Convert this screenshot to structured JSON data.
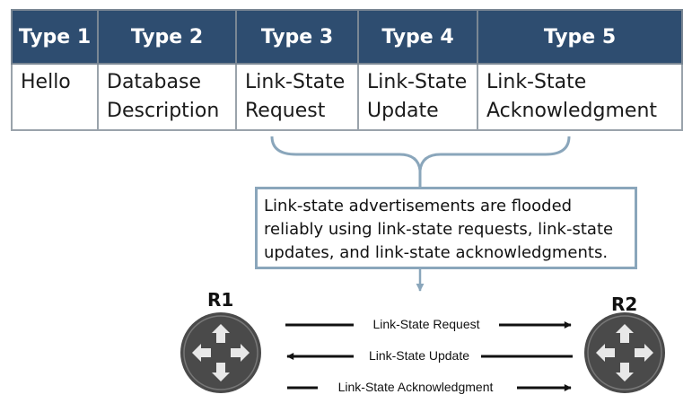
{
  "table": {
    "headers": [
      "Type 1",
      "Type 2",
      "Type 3",
      "Type 4",
      "Type 5"
    ],
    "cells": [
      [
        "Hello"
      ],
      [
        "Database",
        "Description"
      ],
      [
        "Link-State",
        "Request"
      ],
      [
        "Link-State",
        "Update"
      ],
      [
        "Link-State",
        "Acknowledgment"
      ]
    ]
  },
  "description": "Link-state advertisements are flooded reliably using link-state requests, link-state updates, and link-state acknowledgments.",
  "routers": {
    "left": "R1",
    "right": "R2"
  },
  "messages": [
    "Link-State Request",
    "Link-State Update",
    "Link-State Acknowledgment"
  ],
  "colors": {
    "header_fill": "#2e4d70",
    "connector": "#8aa6bb",
    "router_fill": "#4a4a4a"
  }
}
